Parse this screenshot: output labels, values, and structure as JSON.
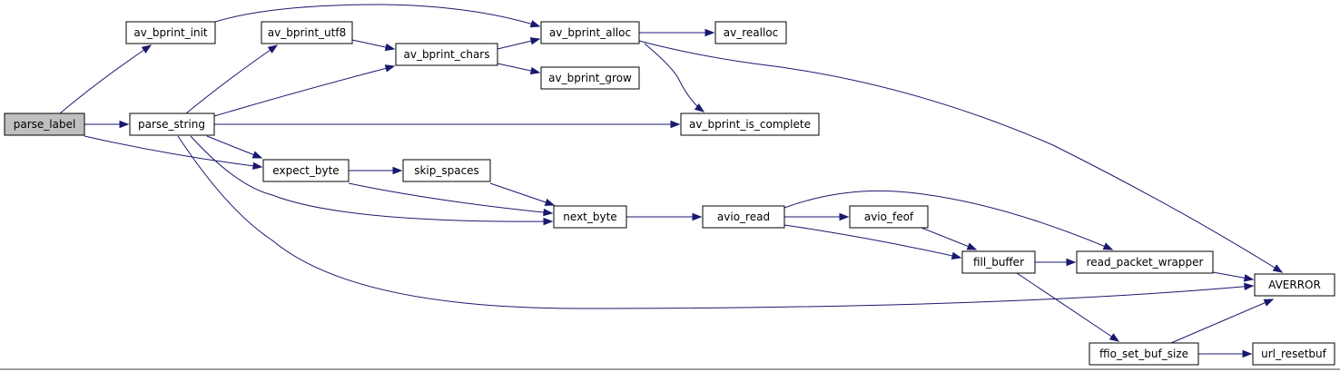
{
  "colors": {
    "edge": "#191970",
    "root_fill": "#bfbfbf",
    "node_fill": "#ffffff",
    "node_border": "#000000"
  },
  "nodes": {
    "parse_label": "parse_label",
    "av_bprint_init": "av_bprint_init",
    "parse_string": "parse_string",
    "av_bprint_utf8": "av_bprint_utf8",
    "av_bprint_chars": "av_bprint_chars",
    "av_bprint_alloc": "av_bprint_alloc",
    "av_realloc": "av_realloc",
    "av_bprint_grow": "av_bprint_grow",
    "av_bprint_is_complete": "av_bprint_is_complete",
    "expect_byte": "expect_byte",
    "skip_spaces": "skip_spaces",
    "next_byte": "next_byte",
    "avio_read": "avio_read",
    "avio_feof": "avio_feof",
    "fill_buffer": "fill_buffer",
    "read_packet_wrapper": "read_packet_wrapper",
    "AVERROR": "AVERROR",
    "ffio_set_buf_size": "ffio_set_buf_size",
    "url_resetbuf": "url_resetbuf"
  },
  "edges": [
    [
      "parse_label",
      "av_bprint_init"
    ],
    [
      "parse_label",
      "parse_string"
    ],
    [
      "parse_label",
      "expect_byte"
    ],
    [
      "av_bprint_init",
      "av_bprint_alloc"
    ],
    [
      "parse_string",
      "av_bprint_utf8"
    ],
    [
      "parse_string",
      "av_bprint_chars"
    ],
    [
      "parse_string",
      "av_bprint_is_complete"
    ],
    [
      "parse_string",
      "expect_byte"
    ],
    [
      "parse_string",
      "next_byte"
    ],
    [
      "parse_string",
      "AVERROR"
    ],
    [
      "av_bprint_utf8",
      "av_bprint_chars"
    ],
    [
      "av_bprint_chars",
      "av_bprint_alloc"
    ],
    [
      "av_bprint_chars",
      "av_bprint_grow"
    ],
    [
      "av_bprint_alloc",
      "av_realloc"
    ],
    [
      "av_bprint_alloc",
      "av_bprint_is_complete"
    ],
    [
      "av_bprint_alloc",
      "AVERROR"
    ],
    [
      "expect_byte",
      "skip_spaces"
    ],
    [
      "expect_byte",
      "next_byte"
    ],
    [
      "skip_spaces",
      "next_byte"
    ],
    [
      "next_byte",
      "avio_read"
    ],
    [
      "avio_read",
      "avio_feof"
    ],
    [
      "avio_read",
      "fill_buffer"
    ],
    [
      "avio_read",
      "read_packet_wrapper"
    ],
    [
      "avio_feof",
      "fill_buffer"
    ],
    [
      "fill_buffer",
      "read_packet_wrapper"
    ],
    [
      "fill_buffer",
      "ffio_set_buf_size"
    ],
    [
      "read_packet_wrapper",
      "AVERROR"
    ],
    [
      "ffio_set_buf_size",
      "AVERROR"
    ],
    [
      "ffio_set_buf_size",
      "url_resetbuf"
    ]
  ]
}
